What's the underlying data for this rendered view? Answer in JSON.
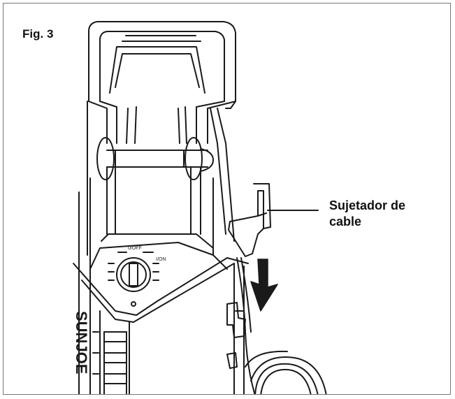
{
  "figure": {
    "label": "Fig. 3",
    "callout": {
      "line1": "Sujetador de",
      "line2": "cable"
    },
    "dial": {
      "top_mark": "0/OFF",
      "right_mark": "I/ON"
    },
    "brand_logo": "SUNJOE"
  },
  "colors": {
    "line": "#1a1a1a",
    "frame": "#777777",
    "background": "#ffffff"
  },
  "icons": {
    "arrow": "down-arrow-icon"
  }
}
